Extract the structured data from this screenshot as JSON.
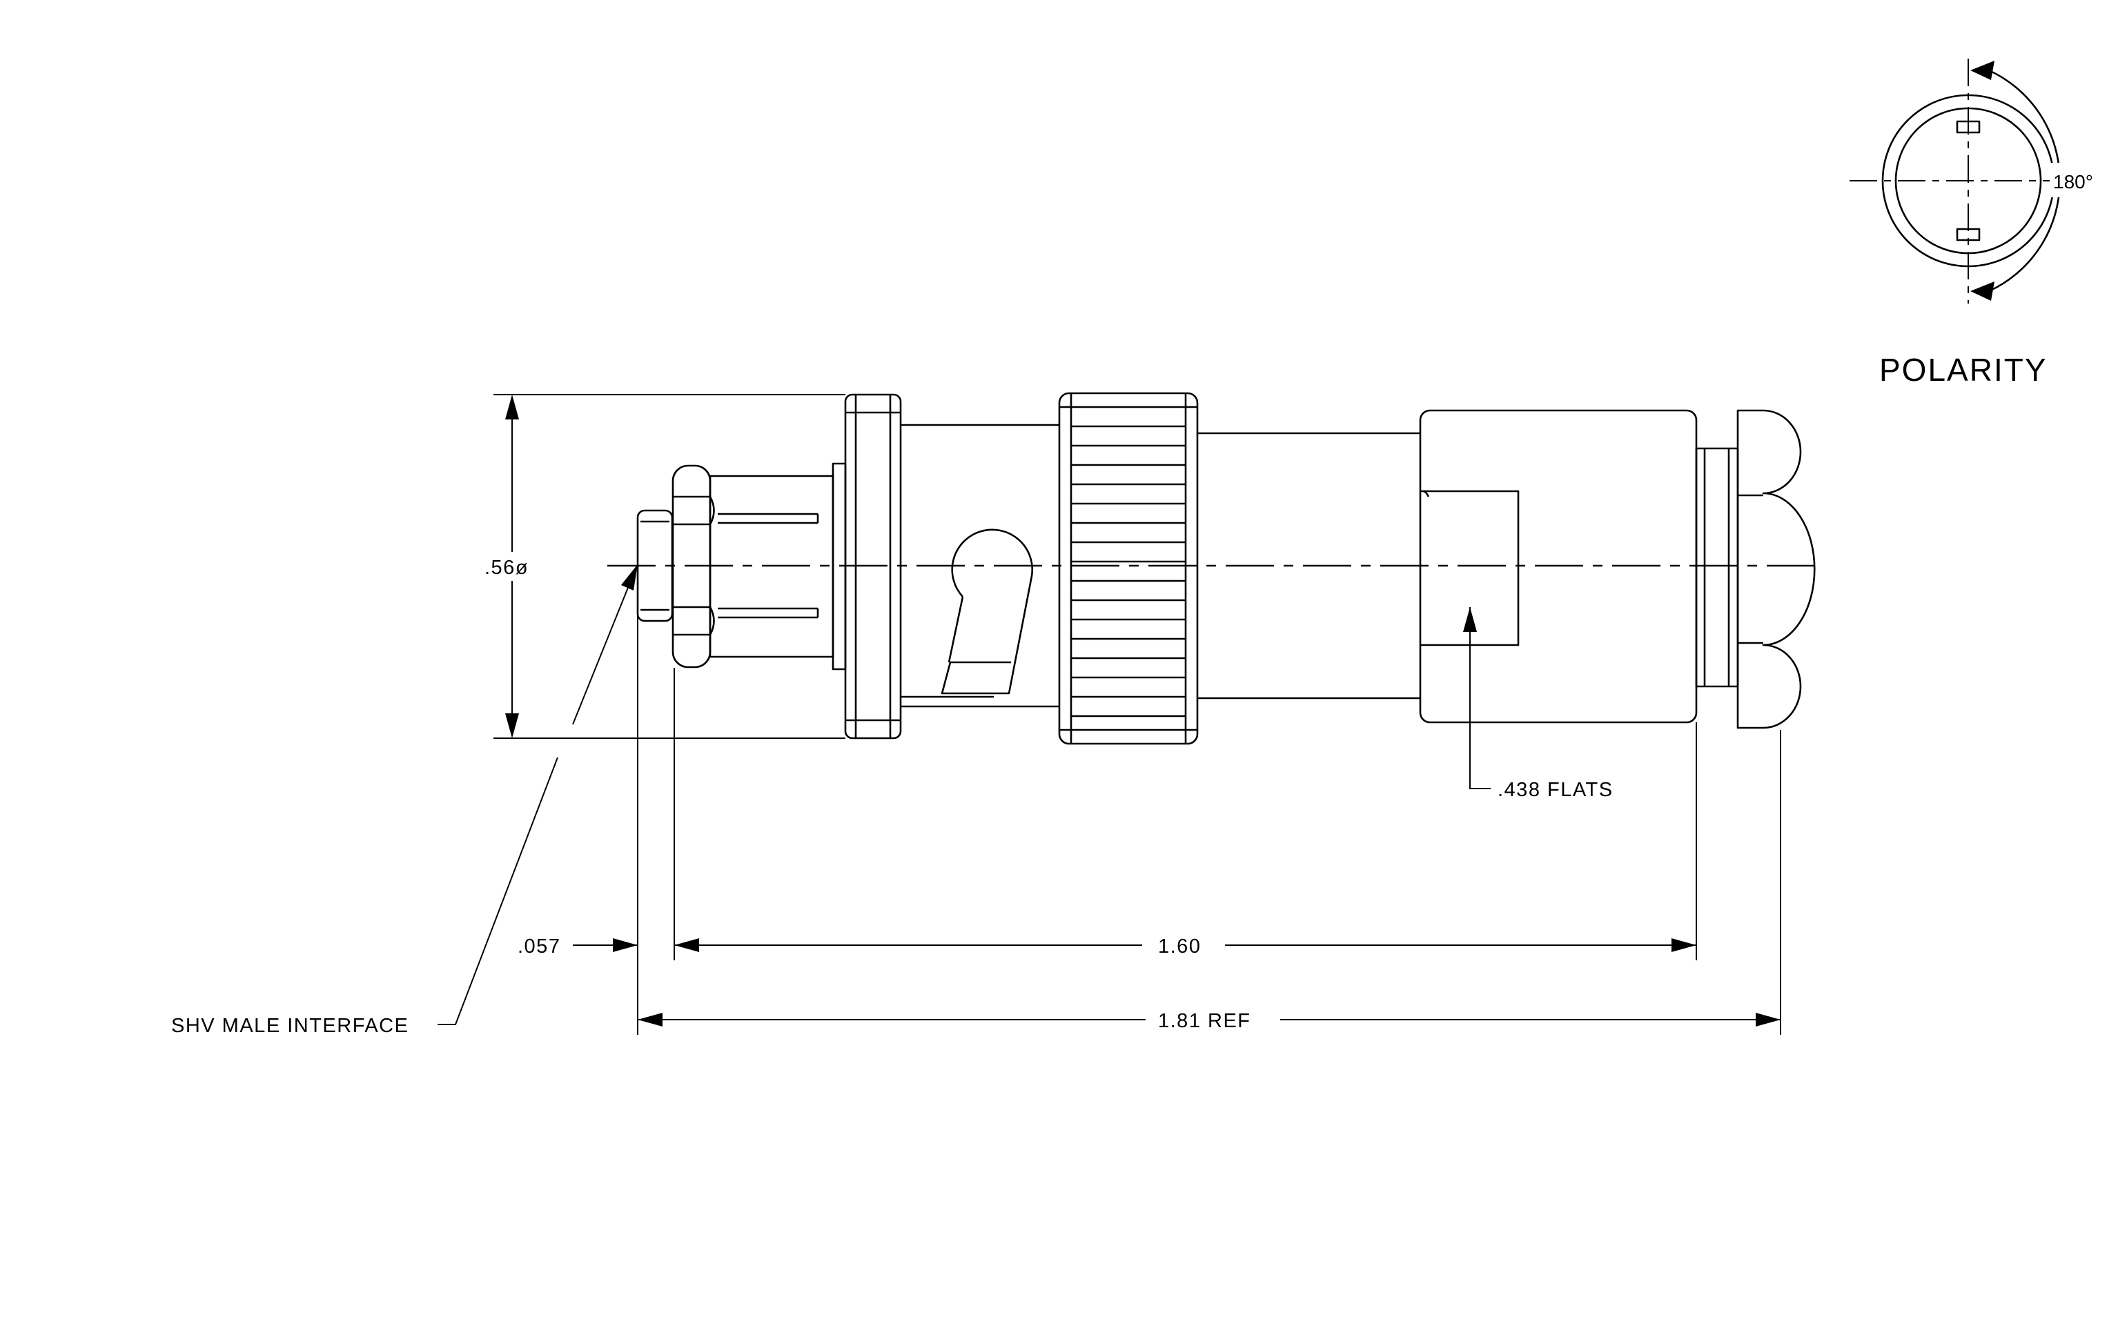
{
  "labels": {
    "diameter": ".56ø",
    "overhang": ".057",
    "length": "1.60",
    "length_ref": "1.81 REF",
    "flats": ".438 FLATS",
    "interface": "SHV MALE INTERFACE",
    "polarity_title": "POLARITY",
    "angle": "180°"
  }
}
